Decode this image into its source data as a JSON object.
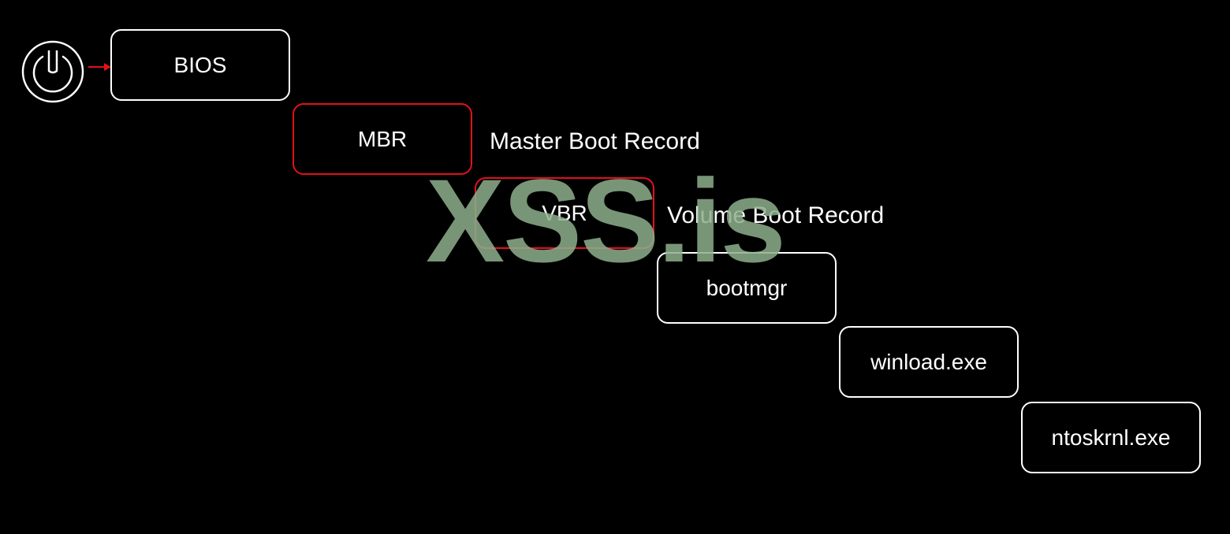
{
  "diagram": {
    "colors": {
      "background": "#000000",
      "box_border": "#ffffff",
      "highlight_border": "#e3101c",
      "arrow": "#e3101c",
      "watermark": "#8fb08e"
    },
    "icon": "power-icon",
    "stages": [
      {
        "label": "BIOS",
        "highlighted": false
      },
      {
        "label": "MBR",
        "highlighted": true,
        "description": "Master Boot Record"
      },
      {
        "label": "VBR",
        "highlighted": true,
        "description": "Volume Boot Record"
      },
      {
        "label": "bootmgr",
        "highlighted": false
      },
      {
        "label": "winload.exe",
        "highlighted": false
      },
      {
        "label": "ntoskrnl.exe",
        "highlighted": false
      }
    ]
  },
  "watermark": {
    "text": "XSS.is"
  }
}
